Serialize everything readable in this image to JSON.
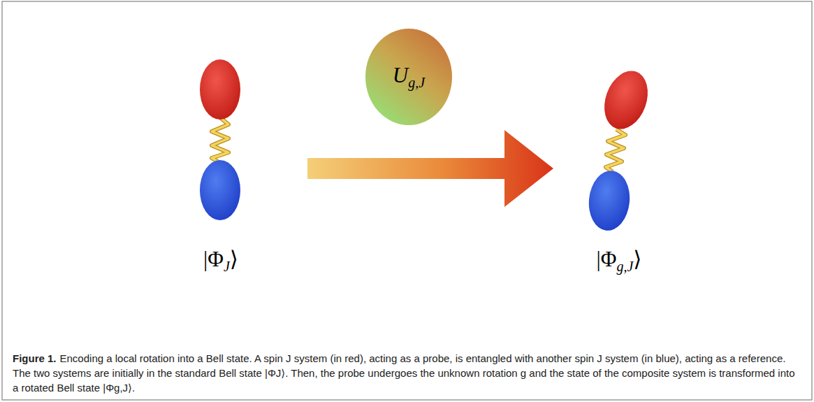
{
  "diagram": {
    "caption": "Encoding a local rotation into a Bell state. A spin J system (in red), acting as a probe, is entangled with another spin J system (in blue), acting as a reference. The two systems are initially in the standard Bell state |ΦJ⟩. Then, the probe undergoes the unknown rotation g and the state of the composite system is transformed into a rotated Bell state |Φg,J⟩.",
    "nodes": [
      {
        "text": [
          "U",
          "g,J"
        ]
      }
    ],
    "labels": [
      "|Φ",
      "J",
      "⟩",
      "|Φ",
      "g,J",
      "⟩",
      "Figure 1."
    ]
  }
}
